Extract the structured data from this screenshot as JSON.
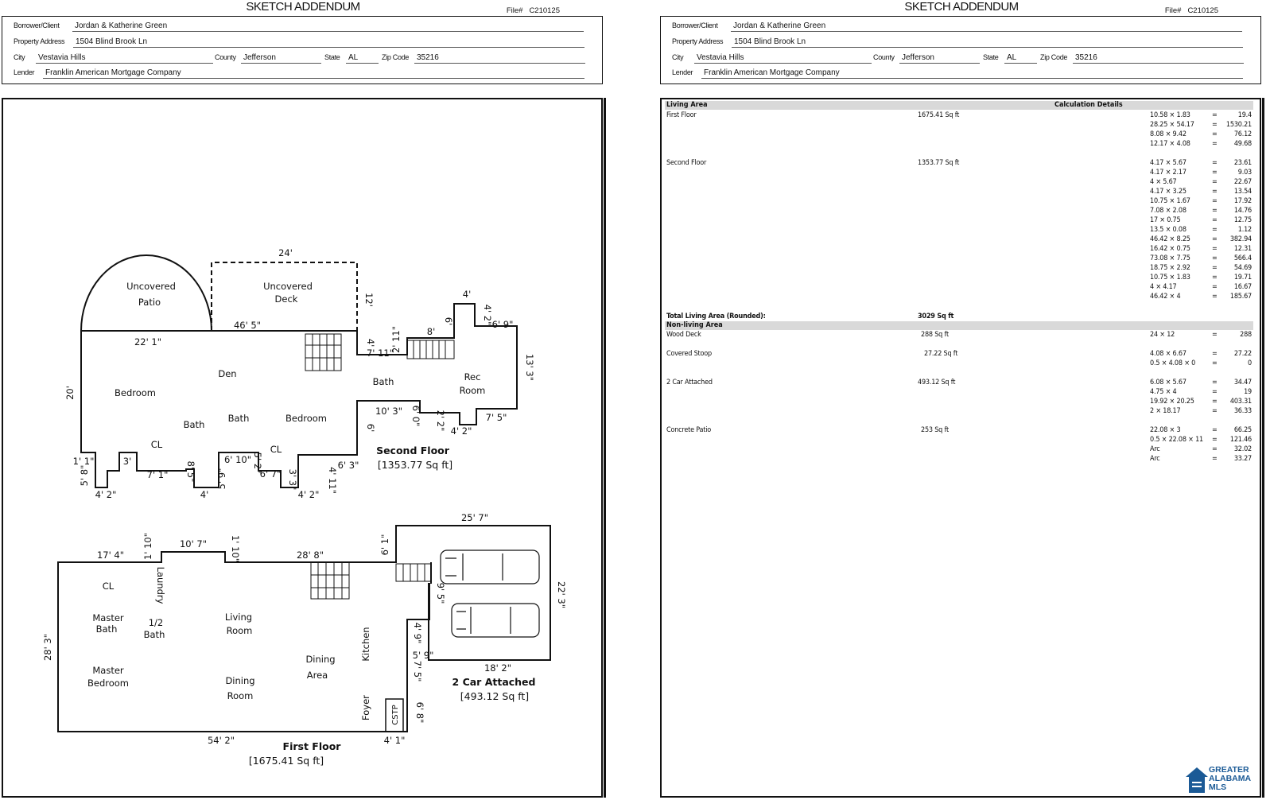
{
  "header": {
    "title": "SKETCH ADDENDUM",
    "file_label": "File#",
    "file_no": "C210125",
    "borrower_label": "Borrower/Client",
    "borrower": "Jordan & Katherine Green",
    "address_label": "Property Address",
    "address": "1504 Blind Brook Ln",
    "city_label": "City",
    "city": "Vestavia Hills",
    "county_label": "County",
    "county": "Jefferson",
    "state_label": "State",
    "state": "AL",
    "zip_label": "Zip Code",
    "zip": "35216",
    "lender_label": "Lender",
    "lender": "Franklin American Mortgage Company"
  },
  "sketch": {
    "uncovered_patio": [
      "Uncovered",
      "Patio"
    ],
    "uncovered_deck": [
      "Uncovered",
      "Deck"
    ],
    "second_floor": {
      "rooms": {
        "den": "Den",
        "bedroom1": "Bedroom",
        "bedroom2": "Bedroom",
        "bath1": "Bath",
        "bath2": "Bath",
        "bath3": "Bath",
        "cl1": "CL",
        "cl2": "CL",
        "rec": [
          "Rec",
          "Room"
        ]
      },
      "dims": {
        "d24": "24'",
        "d12": "12'",
        "d465": "46' 5\"",
        "d221": "22' 1\"",
        "d20": "20'",
        "d4a": "4'",
        "d711": "7' 11\"",
        "d211": "2' 11\"",
        "d8": "8'",
        "d6a": "6'",
        "d4b": "4'",
        "d42a": "4' 2\"",
        "d69": "6' 9\"",
        "d133": "13' 3\"",
        "d103": "10' 3\"",
        "d60": "6' 0\"",
        "d6b": "6'",
        "d22": "2' 2\"",
        "d42b": "4' 2\"",
        "d75": "7' 5\"",
        "d63": "6' 3\"",
        "d411": "4' 11\"",
        "d42c": "4' 2\"",
        "d11": "1' 1\"",
        "d58": "5' 8\"",
        "d3a": "3'",
        "d71": "7' 1\"",
        "d8b": "8' 5\"",
        "d4c": "4'",
        "d59": "5' 9\"",
        "d610": "6' 10\"",
        "d52": "5' 2\"",
        "d67": "6' 7\"",
        "d33": "3' 3\"",
        "d42d": "4' 2\""
      },
      "name": "Second Floor",
      "area": "[1353.77 Sq ft]"
    },
    "first_floor": {
      "rooms": {
        "cl": "CL",
        "laundry": "Laundry",
        "master_bath": [
          "Master",
          "Bath"
        ],
        "half_bath": [
          "1/2",
          "Bath"
        ],
        "living": [
          "Living",
          "Room"
        ],
        "master_bed": [
          "Master",
          "Bedroom"
        ],
        "dining": [
          "Dining",
          "Room"
        ],
        "dining_area": [
          "Dining",
          "Area"
        ],
        "kitchen": "Kitchen",
        "foyer": "Foyer",
        "cstp": "CSTP"
      },
      "dims": {
        "d174": "17' 4\"",
        "d110a": "1' 10\"",
        "d107": "10' 7\"",
        "d110b": "1' 10\"",
        "d288": "28' 8\"",
        "d61": "6' 1\"",
        "d283": "28' 3\"",
        "d542": "54' 2\"",
        "d41": "4' 1\"",
        "d68": "6' 8\"",
        "d75": "7' 5\"",
        "d59": "5' 9\"",
        "d49": "4' 9\"",
        "d95": "9' 5\""
      },
      "name": "First Floor",
      "area": "[1675.41 Sq ft]"
    },
    "garage": {
      "dims": {
        "d257": "25' 7\"",
        "d223": "22' 3\"",
        "d182": "18' 2\""
      },
      "name": "2 Car Attached",
      "area": "[493.12 Sq ft]"
    }
  },
  "calc": {
    "living_header": "Living Area",
    "details_header": "Calculation Details",
    "first_floor_label": "First Floor",
    "first_floor_area": "1675.41 Sq ft",
    "first_floor_rows": [
      [
        "10.58 × 1.83",
        "=",
        "19.4"
      ],
      [
        "28.25 × 54.17",
        "=",
        "1530.21"
      ],
      [
        "8.08 × 9.42",
        "=",
        "76.12"
      ],
      [
        "12.17 × 4.08",
        "=",
        "49.68"
      ]
    ],
    "second_floor_label": "Second Floor",
    "second_floor_area": "1353.77 Sq ft",
    "second_floor_rows": [
      [
        "4.17 × 5.67",
        "=",
        "23.61"
      ],
      [
        "4.17 × 2.17",
        "=",
        "9.03"
      ],
      [
        "4 × 5.67",
        "=",
        "22.67"
      ],
      [
        "4.17 × 3.25",
        "=",
        "13.54"
      ],
      [
        "10.75 × 1.67",
        "=",
        "17.92"
      ],
      [
        "7.08 × 2.08",
        "=",
        "14.76"
      ],
      [
        "17 × 0.75",
        "=",
        "12.75"
      ],
      [
        "13.5 × 0.08",
        "=",
        "1.12"
      ],
      [
        "46.42 × 8.25",
        "=",
        "382.94"
      ],
      [
        "16.42 × 0.75",
        "=",
        "12.31"
      ],
      [
        "73.08 × 7.75",
        "=",
        "566.4"
      ],
      [
        "18.75 × 2.92",
        "=",
        "54.69"
      ],
      [
        "10.75 × 1.83",
        "=",
        "19.71"
      ],
      [
        "4 × 4.17",
        "=",
        "16.67"
      ],
      [
        "46.42 × 4",
        "=",
        "185.67"
      ]
    ],
    "total_label": "Total Living Area (Rounded):",
    "total_value": "3029 Sq ft",
    "nonliving_header": "Non-living Area",
    "nonliving": [
      {
        "label": "Wood Deck",
        "area": "288 Sq ft",
        "rows": [
          [
            "24 × 12",
            "=",
            "288"
          ]
        ]
      },
      {
        "label": "Covered Stoop",
        "area": "27.22 Sq ft",
        "rows": [
          [
            "4.08 × 6.67",
            "=",
            "27.22"
          ],
          [
            "0.5 × 4.08 × 0",
            "=",
            "0"
          ]
        ]
      },
      {
        "label": "2 Car Attached",
        "area": "493.12 Sq ft",
        "rows": [
          [
            "6.08 × 5.67",
            "=",
            "34.47"
          ],
          [
            "4.75 × 4",
            "=",
            "19"
          ],
          [
            "19.92 × 20.25",
            "=",
            "403.31"
          ],
          [
            "2 × 18.17",
            "=",
            "36.33"
          ]
        ]
      },
      {
        "label": "Concrete Patio",
        "area": "253 Sq ft",
        "rows": [
          [
            "22.08 × 3",
            "=",
            "66.25"
          ],
          [
            "0.5 × 22.08 × 11",
            "=",
            "121.46"
          ],
          [
            "Arc",
            "=",
            "32.02"
          ],
          [
            "Arc",
            "=",
            "33.27"
          ]
        ]
      }
    ]
  },
  "logo": {
    "line1": "GREATER",
    "line2": "ALABAMA",
    "line3": "MLS",
    "color": "#1b5a96"
  }
}
